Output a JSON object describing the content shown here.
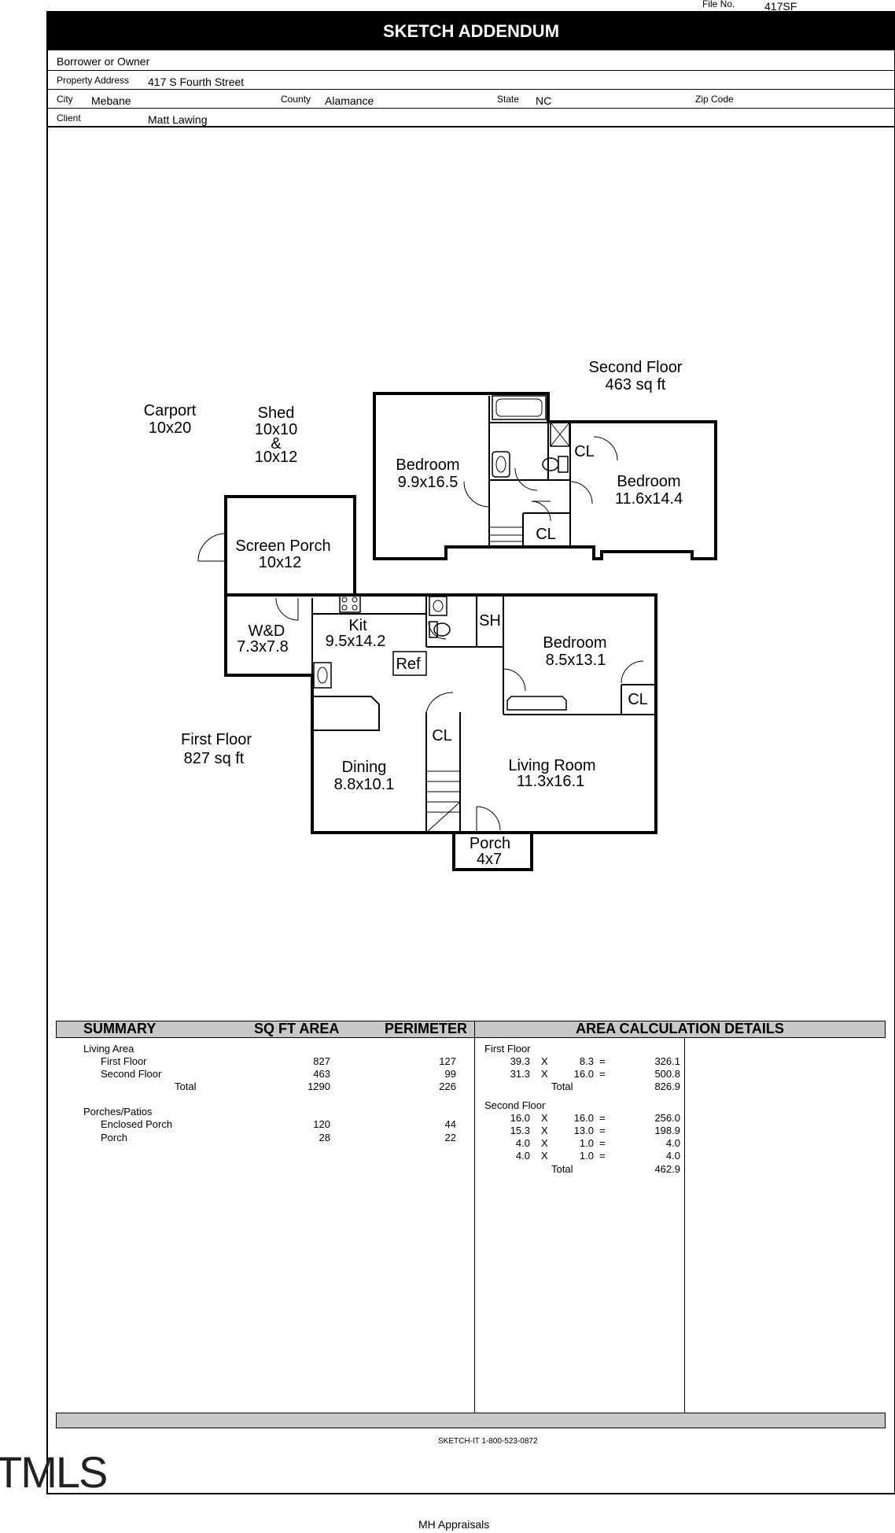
{
  "header": {
    "file_no_label": "File No.",
    "file_no": "417SF",
    "title": "SKETCH ADDENDUM"
  },
  "fields": {
    "borrower_label": "Borrower or Owner",
    "property_address_label": "Property Address",
    "property_address": "417 S Fourth Street",
    "city_label": "City",
    "city": "Mebane",
    "county_label": "County",
    "county": "Alamance",
    "state_label": "State",
    "state": "NC",
    "zip_label": "Zip Code",
    "client_label": "Client",
    "client": "Matt Lawing"
  },
  "sketch": {
    "second_floor_title": "Second Floor",
    "second_floor_area": "463 sq ft",
    "carport_name": "Carport",
    "carport_dim": "10x20",
    "shed_name": "Shed",
    "shed_dim1": "10x10",
    "shed_amp": "&",
    "shed_dim2": "10x12",
    "bedroom_a_name": "Bedroom",
    "bedroom_a_dim": "9.9x16.5",
    "bedroom_b_name": "Bedroom",
    "bedroom_b_dim": "11.6x14.4",
    "cl_upper": "CL",
    "cl_lower": "CL",
    "screen_porch_name": "Screen Porch",
    "screen_porch_dim": "10x12",
    "wd_name": "W&D",
    "wd_dim": "7.3x7.8",
    "kit_name": "Kit",
    "kit_dim": "9.5x14.2",
    "ref_label": "Ref",
    "sh_label": "SH",
    "bedroom_c_name": "Bedroom",
    "bedroom_c_dim": "8.5x13.1",
    "cl_bed": "CL",
    "first_floor_title": "First Floor",
    "first_floor_area": "827 sq ft",
    "cl_stair": "CL",
    "dining_name": "Dining",
    "dining_dim": "8.8x10.1",
    "living_name": "Living Room",
    "living_dim": "11.3x16.1",
    "porch_name": "Porch",
    "porch_dim": "4x7"
  },
  "summary": {
    "title": "SUMMARY",
    "col_area": "SQ FT AREA",
    "col_perim": "PERIMETER",
    "living_area_label": "Living Area",
    "first_floor_label": "First Floor",
    "first_floor_area": "827",
    "first_floor_perim": "127",
    "second_floor_label": "Second Floor",
    "second_floor_area": "463",
    "second_floor_perim": "99",
    "total_label": "Total",
    "total_area": "1290",
    "total_perim": "226",
    "porches_label": "Porches/Patios",
    "enclosed_label": "Enclosed Porch",
    "enclosed_area": "120",
    "enclosed_perim": "44",
    "porch_label": "Porch",
    "porch_area": "28",
    "porch_perim": "22"
  },
  "details": {
    "title": "AREA CALCULATION DETAILS",
    "first_floor_label": "First Floor",
    "ff_rows": [
      {
        "a": "39.3",
        "x": "X",
        "b": "8.3",
        "eq": "=",
        "r": "326.1"
      },
      {
        "a": "31.3",
        "x": "X",
        "b": "16.0",
        "eq": "=",
        "r": "500.8"
      }
    ],
    "ff_total_label": "Total",
    "ff_total": "826.9",
    "second_floor_label": "Second Floor",
    "sf_rows": [
      {
        "a": "16.0",
        "x": "X",
        "b": "16.0",
        "eq": "=",
        "r": "256.0"
      },
      {
        "a": "15.3",
        "x": "X",
        "b": "13.0",
        "eq": "=",
        "r": "198.9"
      },
      {
        "a": "4.0",
        "x": "X",
        "b": "1.0",
        "eq": "=",
        "r": "4.0"
      },
      {
        "a": "4.0",
        "x": "X",
        "b": "1.0",
        "eq": "=",
        "r": "4.0"
      }
    ],
    "sf_total_label": "Total",
    "sf_total": "462.9"
  },
  "footer": {
    "sketch_it": "SKETCH-IT 1-800-523-0872",
    "mls_logo": "TMLS",
    "appraiser": "MH Appraisals"
  }
}
